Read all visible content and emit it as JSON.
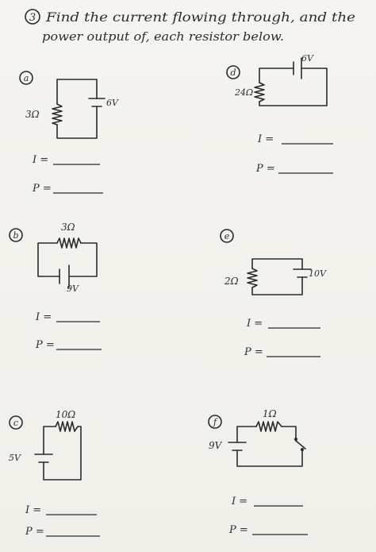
{
  "header": {
    "number": "3",
    "line1": "Find the current flowing through, and the",
    "line2": "power output of, each resistor below."
  },
  "labels": {
    "current": "I =",
    "power": "P ="
  },
  "circuits": [
    {
      "letter": "a",
      "resistor": "3Ω",
      "battery": "6V"
    },
    {
      "letter": "b",
      "resistor": "3Ω",
      "battery": "9V"
    },
    {
      "letter": "c",
      "resistor": "10Ω",
      "battery": "5V"
    },
    {
      "letter": "d",
      "resistor": "24Ω",
      "battery": "6V"
    },
    {
      "letter": "e",
      "resistor": "2Ω",
      "battery": "10V"
    },
    {
      "letter": "f",
      "resistor": "1Ω",
      "battery": "9V"
    }
  ],
  "colors": {
    "ink": "#2a2a2a",
    "paper": "#f4f2ee"
  }
}
